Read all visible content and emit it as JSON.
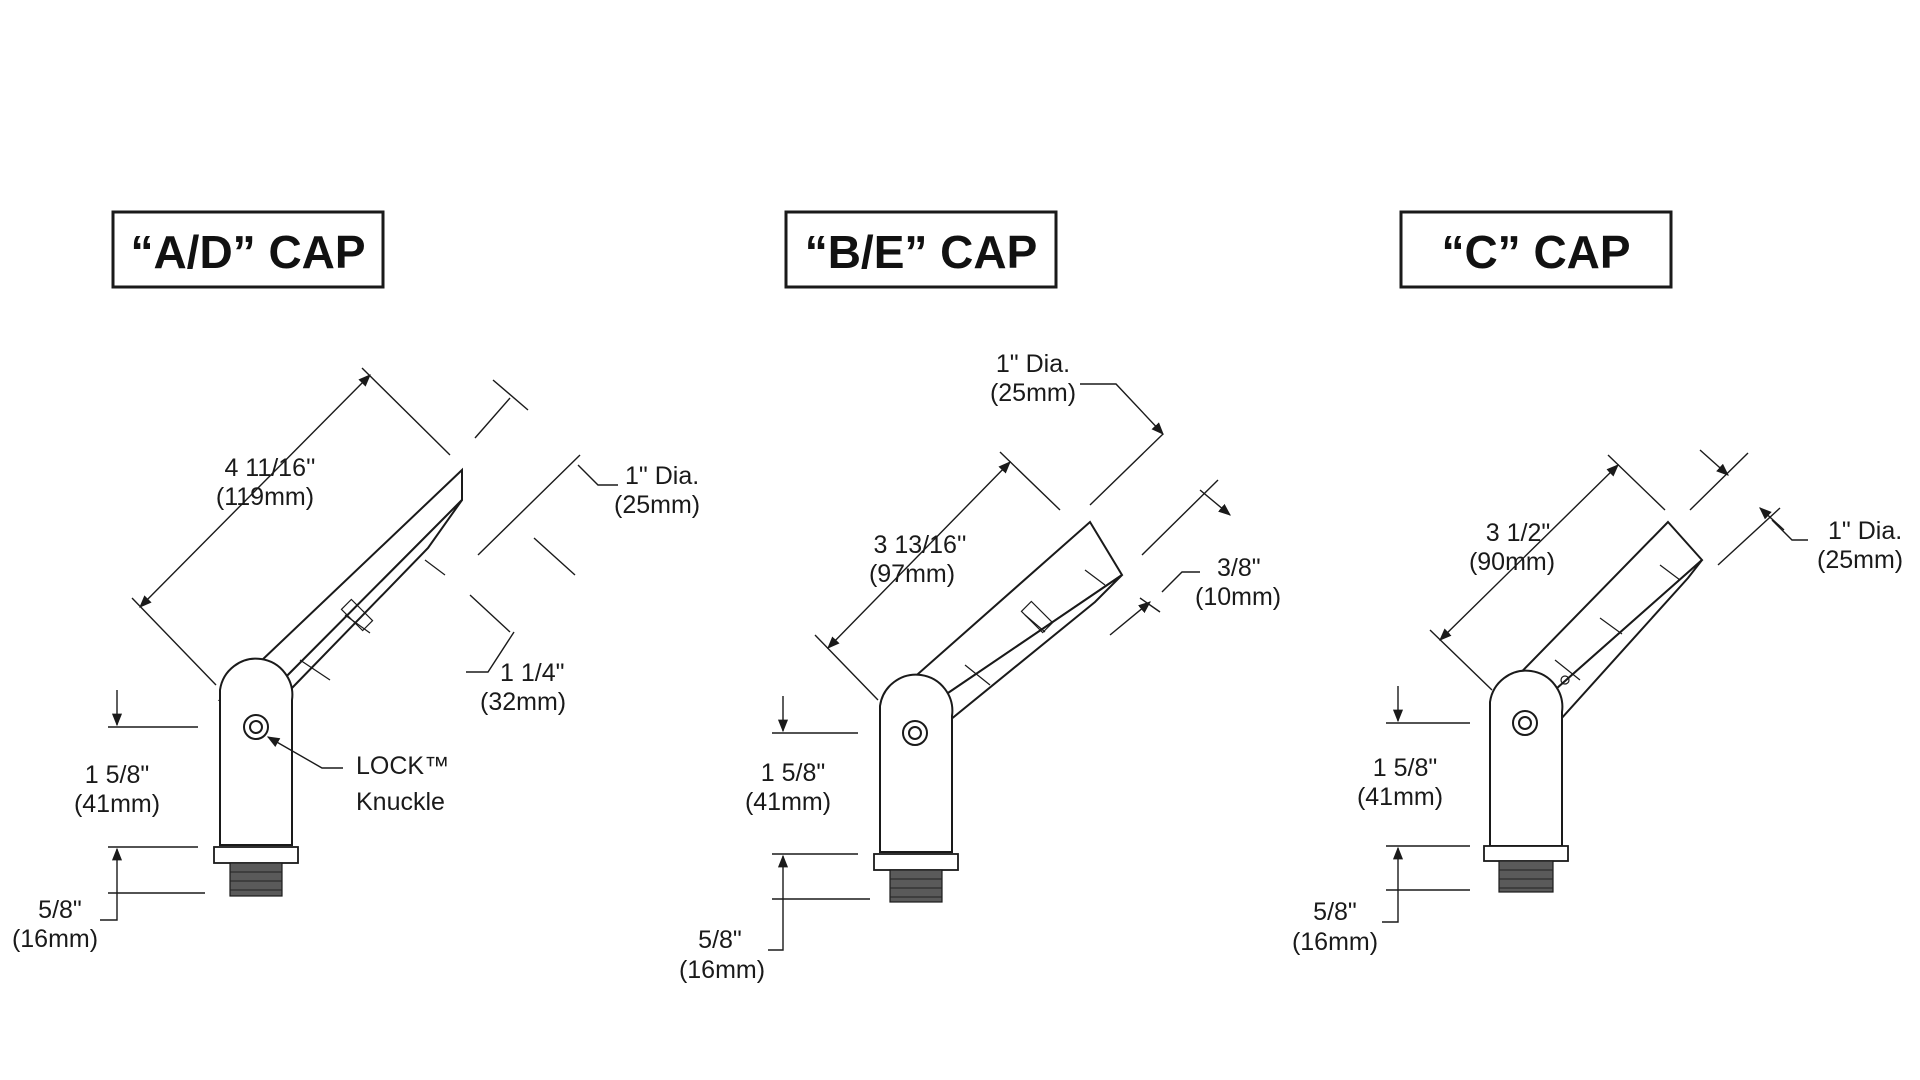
{
  "caps": [
    {
      "title": "“A/D” CAP",
      "overall_length": [
        "4 11/16''",
        "(119mm)"
      ],
      "diameter": [
        "1\" Dia.",
        "(25mm)"
      ],
      "shroud": [
        "1 1/4\"",
        "(32mm)"
      ],
      "knuckle_height": [
        "1 5/8\"",
        "(41mm)"
      ],
      "thread_height": [
        "5/8\"",
        "(16mm)"
      ],
      "knuckle_label": [
        "LOCK™",
        "Knuckle"
      ]
    },
    {
      "title": "“B/E” CAP",
      "overall_length": [
        "3 13/16''",
        "(97mm)"
      ],
      "diameter": [
        "1\" Dia.",
        "(25mm)"
      ],
      "shroud": [
        "3/8\"",
        "(10mm)"
      ],
      "knuckle_height": [
        "1 5/8\"",
        "(41mm)"
      ],
      "thread_height": [
        "5/8\"",
        "(16mm)"
      ]
    },
    {
      "title": "“C” CAP",
      "overall_length": [
        "3 1/2\"",
        "(90mm)"
      ],
      "diameter": [
        "1\" Dia.",
        "(25mm)"
      ],
      "knuckle_height": [
        "1 5/8\"",
        "(41mm)"
      ],
      "thread_height": [
        "5/8\"",
        "(16mm)"
      ]
    }
  ]
}
